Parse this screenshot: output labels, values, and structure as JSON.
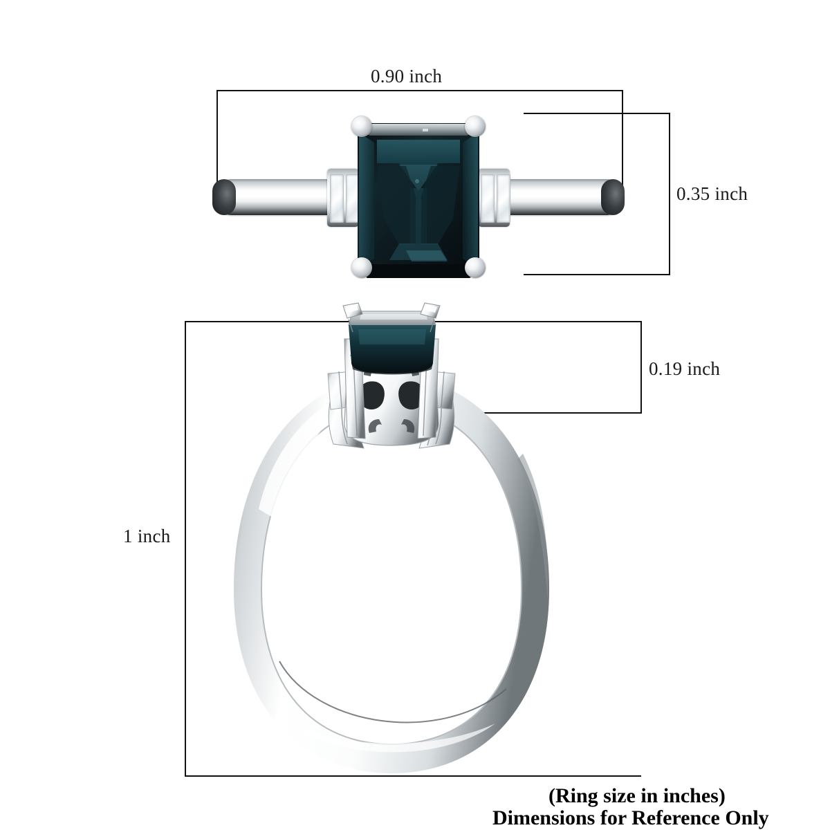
{
  "diagram": {
    "type": "product-dimension-diagram",
    "subject": "ring",
    "unit": "inch",
    "views": [
      {
        "id": "face",
        "label": "top view"
      },
      {
        "id": "profile",
        "label": "side view"
      }
    ]
  },
  "dimensions": {
    "width": {
      "value": "0.90 inch",
      "axis": "horizontal",
      "view": "face"
    },
    "height": {
      "value": "0.35 inch",
      "axis": "vertical",
      "view": "face"
    },
    "profile_height": {
      "value": "0.19 inch",
      "axis": "vertical",
      "view": "profile"
    },
    "diameter": {
      "value": "1 inch",
      "axis": "vertical",
      "view": "profile"
    }
  },
  "captions": {
    "line1": "(Ring size in inches)",
    "line2": "Dimensions for Reference Only"
  },
  "ring": {
    "metal_color": "#ffffff",
    "metal_shadow": "#2f3336",
    "center_stone": {
      "cut": "emerald",
      "color_dark": "#0b1418",
      "color_mid": "#14323a",
      "color_light": "#2f6370",
      "prong_count": 4
    },
    "side_stones": {
      "cut": "baguette",
      "color": "#ffffff",
      "count_per_side": 2,
      "sides": 2
    },
    "gallery": {
      "motif": "scroll-filigree",
      "openings": 2
    }
  },
  "colors": {
    "line": "#111111",
    "text": "#000000",
    "background": "#ffffff"
  }
}
